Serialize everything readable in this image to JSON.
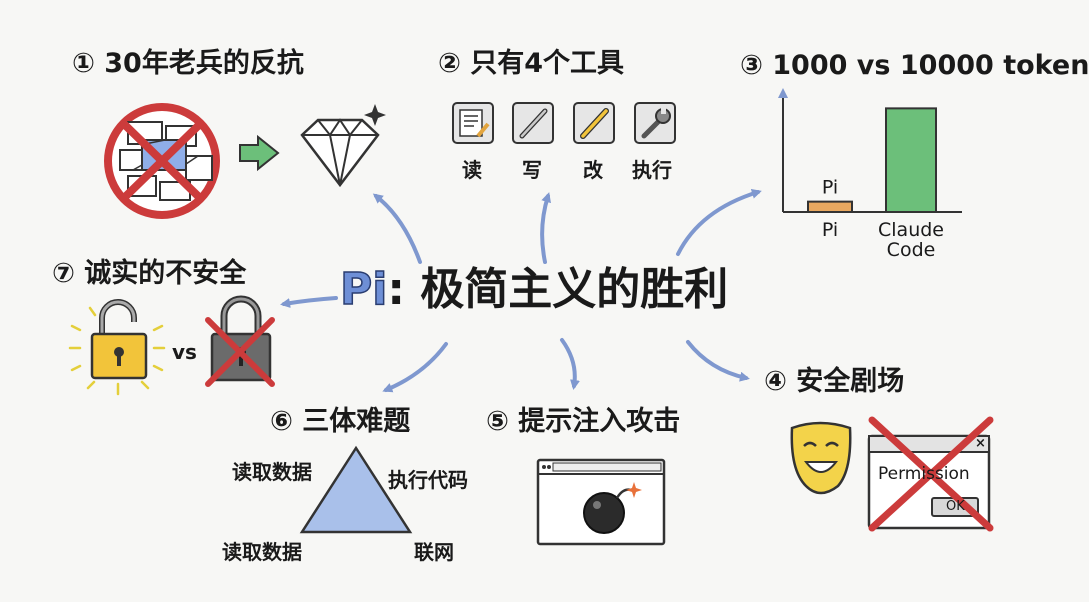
{
  "center": {
    "pi": "Pi",
    "rest": ": 极简主义的胜利"
  },
  "sections": {
    "s1": {
      "title": "① 30年老兵的反抗"
    },
    "s2": {
      "title": "② 只有4个工具",
      "tools": [
        "读",
        "写",
        "改",
        "执行"
      ]
    },
    "s3": {
      "title": "③ 1000 vs 10000 token"
    },
    "s4": {
      "title": "④ 安全剧场",
      "dialog_text": "Permission",
      "dialog_button": "OK",
      "dialog_close": "×"
    },
    "s5": {
      "title": "⑤ 提示注入攻击"
    },
    "s6": {
      "title": "⑥ 三体难题",
      "vertices": [
        "读取数据",
        "执行代码",
        "读取数据",
        "联网"
      ]
    },
    "s7": {
      "title": "⑦ 诚实的不安全",
      "vs": "vs"
    }
  },
  "colors": {
    "red": "#cc3b3b",
    "green": "#6cbf7a",
    "blue_arrow": "#7f98cf",
    "triangle": "#a9c0ea",
    "lock_yellow": "#f2c43a",
    "orange_bar": "#e8a860",
    "mask_yellow": "#f3d34a"
  },
  "chart_data": {
    "type": "bar",
    "categories": [
      "Pi",
      "Claude Code"
    ],
    "values": [
      1000,
      10000
    ],
    "title": "",
    "xlabel": "",
    "ylabel": "",
    "ylim": [
      0,
      11000
    ],
    "data_labels": [
      "Pi",
      ""
    ],
    "category_labels": [
      "Pi",
      "Claude\nCode"
    ]
  }
}
